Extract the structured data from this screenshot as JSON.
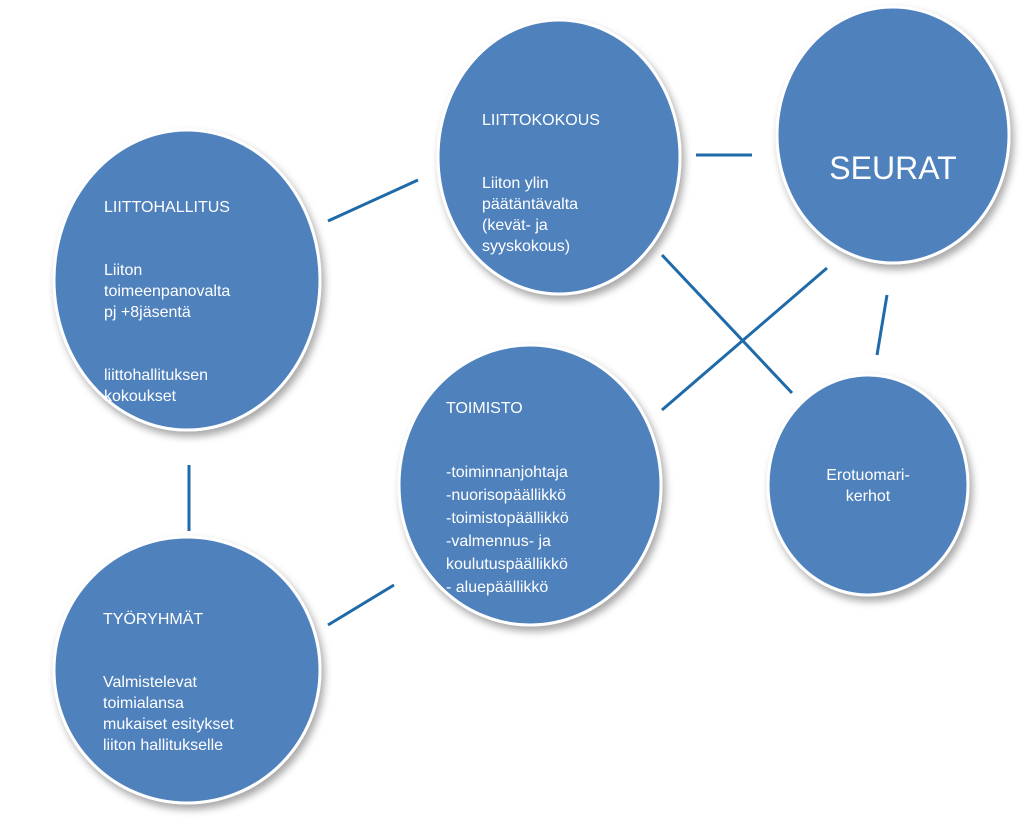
{
  "colors": {
    "node_fill": "#4f81bd",
    "node_stroke": "#ffffff",
    "connector": "#1f6aa8",
    "text": "#ffffff"
  },
  "nodes": {
    "liittokokous": {
      "title": "LIITTOKOKOUS",
      "body": "Liiton ylin\npäätäntävalta\n(kevät- ja\nsyyskokous)"
    },
    "seurat": {
      "title": "SEURAT"
    },
    "liittohallitus": {
      "title": "LIITTOHALLITUS",
      "body": "Liiton\ntoimeenpanovalta\npj +8jäsentä",
      "body2": "liittohallituksen\nkokoukset"
    },
    "toimisto": {
      "title": "TOIMISTO",
      "body": "-toiminnanjohtaja\n-nuorisopäällikkö\n-toimistopäällikkö\n-valmennus- ja\nkoulutuspäällikkö\n- aluepäällikkö"
    },
    "erotuomarikerhot": {
      "title": "Erotuomari-\nkerhot"
    },
    "tyoryhmat": {
      "title": "TYÖRYHMÄT",
      "body": "Valmistelevat\ntoimialansa\nmukaiset esitykset\nliiton hallitukselle"
    }
  }
}
